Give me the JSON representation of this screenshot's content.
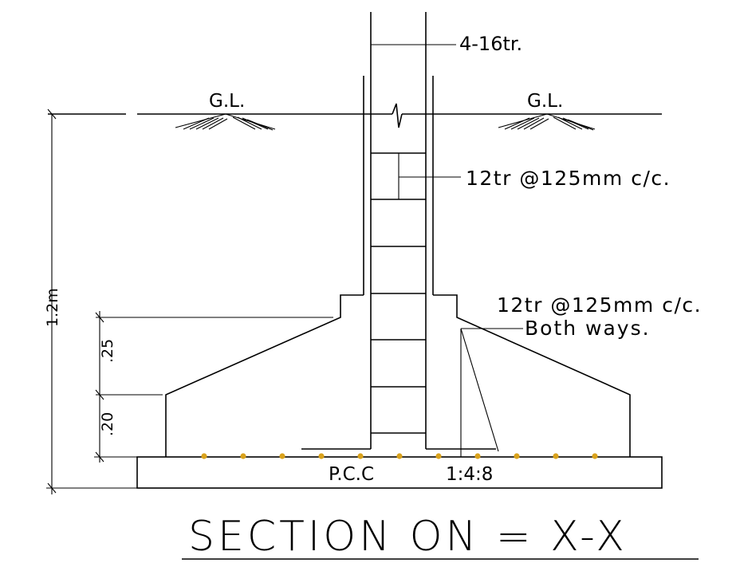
{
  "labels": {
    "ground_left": "G.L.",
    "ground_right": "G.L.",
    "column_bars": "4-16tr.",
    "ties": "12tr @125mm c/c.",
    "base_bars": "12tr @125mm c/c.",
    "base_bars_note": "Both ways.",
    "pcc": "P.C.C",
    "pcc_mix": "1:4:8"
  },
  "dimensions": {
    "overall_depth": "1.2m",
    "slope_height": ".25",
    "edge_height": ".20"
  },
  "title": "SECTION ON = X-X",
  "colors": {
    "lines": "#000000",
    "rebar_dots": "#d9a21c",
    "background": "#ffffff"
  }
}
